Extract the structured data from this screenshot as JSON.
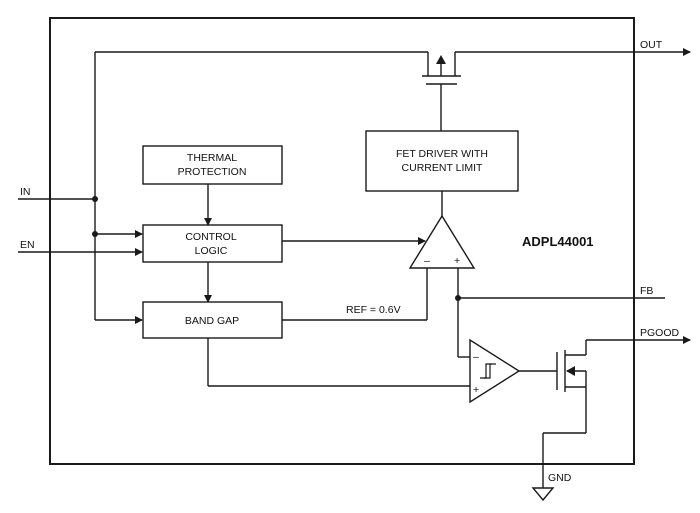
{
  "pins": {
    "in": "IN",
    "en": "EN",
    "out": "OUT",
    "fb": "FB",
    "pgood": "PGOOD",
    "gnd": "GND"
  },
  "blocks": {
    "thermal_line1": "THERMAL",
    "thermal_line2": "PROTECTION",
    "control_line1": "CONTROL",
    "control_line2": "LOGIC",
    "bandgap": "BAND GAP",
    "fet_driver_line1": "FET DRIVER WITH",
    "fet_driver_line2": "CURRENT LIMIT"
  },
  "ref_label": "REF = 0.6V",
  "part_number": "ADPL44001",
  "amp_symbols": {
    "minus": "–",
    "plus": "+"
  }
}
